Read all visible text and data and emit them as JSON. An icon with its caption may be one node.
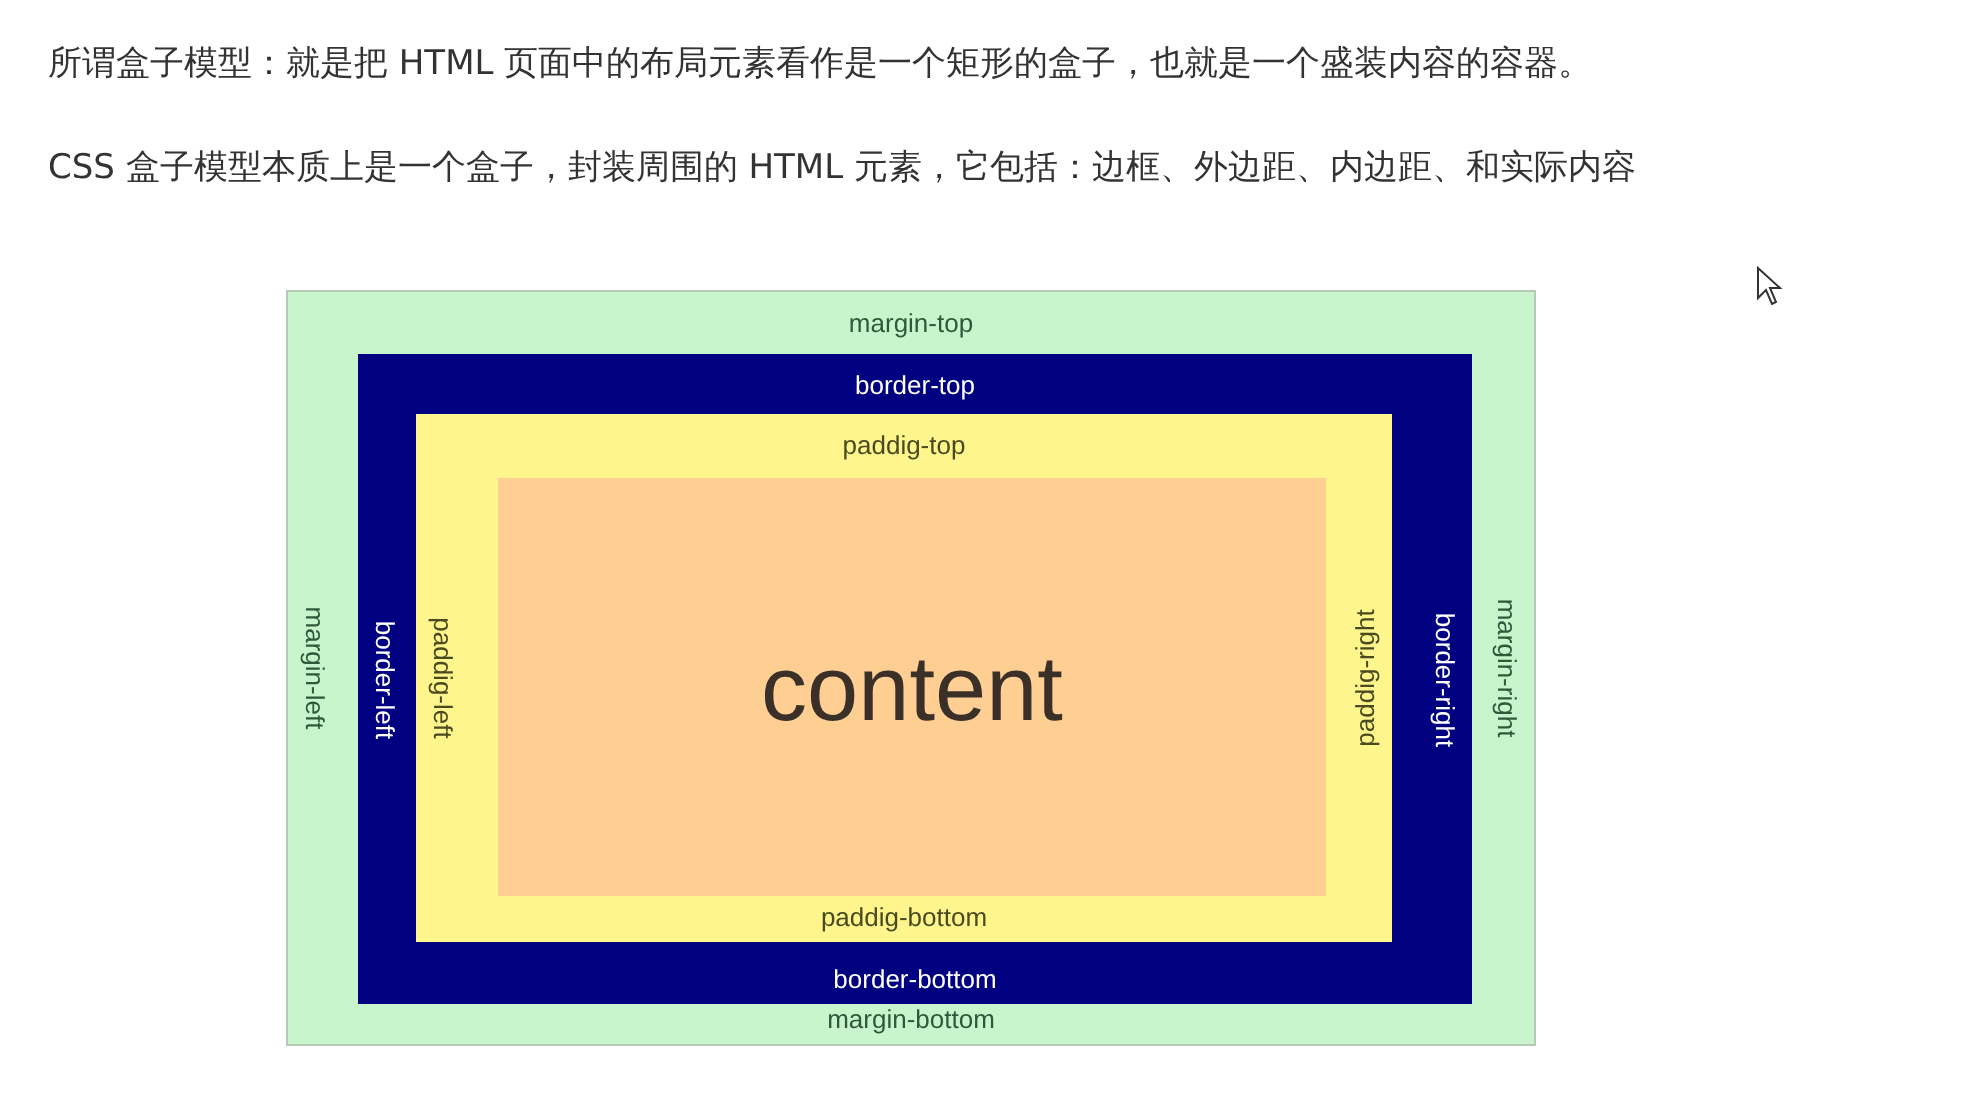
{
  "diagram": {
    "nodes": [
      {
        "text": [
          "margin-top",
          "margin-left",
          "margin-right",
          "margin-bottom"
        ]
      },
      {
        "text": [
          "border-top",
          "border-left",
          "border-right",
          "border-bottom"
        ],
        "in": 0
      },
      {
        "text": [
          "paddig-top",
          "paddig-left",
          "paddig-right",
          "paddig-bottom"
        ],
        "in": 1
      },
      {
        "text": [
          "content"
        ],
        "in": 2
      }
    ],
    "labels": [
      "所谓盒子模型：就是把 HTML 页面中的布局元素看作是一个矩形的盒子，也就是一个盛装内容的容器。",
      "CSS 盒子模型本质上是一个盒子，封装周围的 HTML 元素，它包括：边框、外边距、内边距、和实际内容"
    ]
  }
}
